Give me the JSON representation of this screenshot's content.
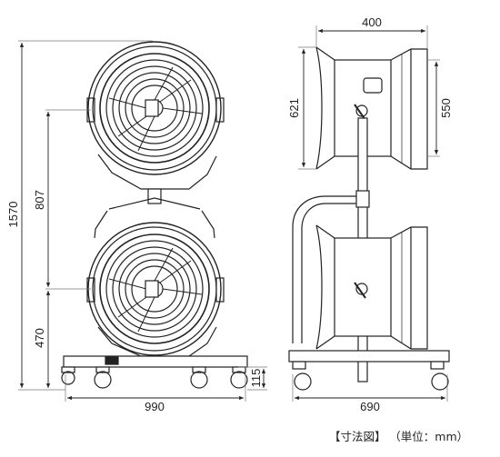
{
  "dimensions": {
    "total_height": "1570",
    "fan_spacing": "807",
    "lower_height": "470",
    "base_width": "990",
    "caster_height": "115",
    "side_depth": "400",
    "side_height_outer": "621",
    "side_height_inner": "550",
    "side_base_width": "690"
  },
  "caption": {
    "title": "【寸法図】",
    "unit": "（単位：mm）"
  }
}
